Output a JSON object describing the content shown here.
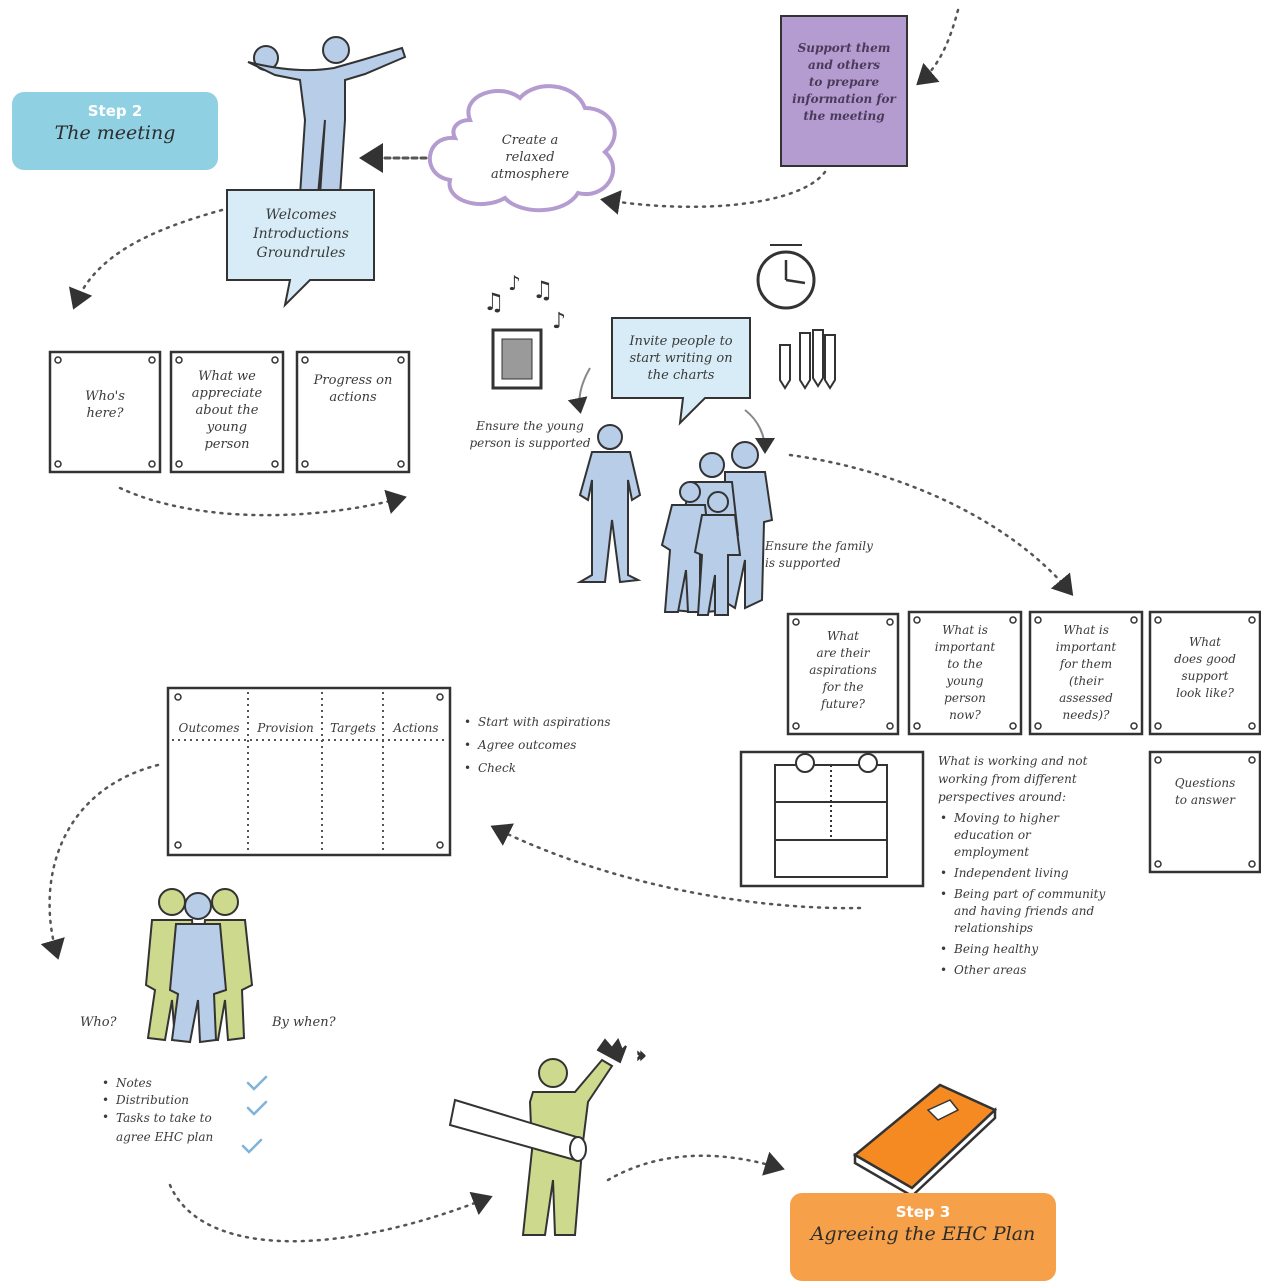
{
  "step2": {
    "label": "Step 2",
    "title": "The meeting"
  },
  "step3": {
    "label": "Step 3",
    "title": "Agreeing the EHC Plan"
  },
  "support_box": "Support them\nand others\nto prepare\ninformation for\nthe meeting",
  "cloud": "Create a\nrelaxed\natmosphere",
  "welcome_bubble": "Welcomes\nIntroductions\nGroundrules",
  "invite_bubble": "Invite people to\nstart writing on\nthe charts",
  "charts_top": [
    "Who's\nhere?",
    "What we\nappreciate\nabout the\nyoung\nperson",
    "Progress on\nactions"
  ],
  "ensure_young": "Ensure the young\nperson is supported",
  "ensure_family": "Ensure the family\nis supported",
  "charts_right": [
    "What\nare their\naspirations\nfor the\nfuture?",
    "What is\nimportant\nto the\nyoung\nperson\nnow?",
    "What is\nimportant\nfor them\n(their\nassessed\nneeds)?",
    "What\ndoes good\nsupport\nlook like?"
  ],
  "questions_chart": "Questions\nto answer",
  "working_heading": "What is working and not\nworking from different\nperspectives around:",
  "working_items": [
    "Moving to higher\neducation or\nemployment",
    "Independent living",
    "Being part of community\nand having friends and\nrelationships",
    "Being healthy",
    "Other areas"
  ],
  "plan_columns": [
    "Outcomes",
    "Provision",
    "Targets",
    "Actions"
  ],
  "plan_steps": [
    "Start with aspirations",
    "Agree outcomes",
    "Check"
  ],
  "who_label": "Who?",
  "bywhen_label": "By when?",
  "tasks": [
    "Notes",
    "Distribution",
    "Tasks to take to\nagree EHC plan"
  ],
  "colors": {
    "step2_bg": "#8fd0e3",
    "step3_bg": "#f6a04a",
    "support_box_bg": "#b59cd0",
    "bubble_bg": "#d7ecf6",
    "person_blue": "#b7cde8",
    "person_green": "#cdd98c",
    "book_orange": "#f58a23",
    "cloud_stroke": "#b59cd0"
  }
}
